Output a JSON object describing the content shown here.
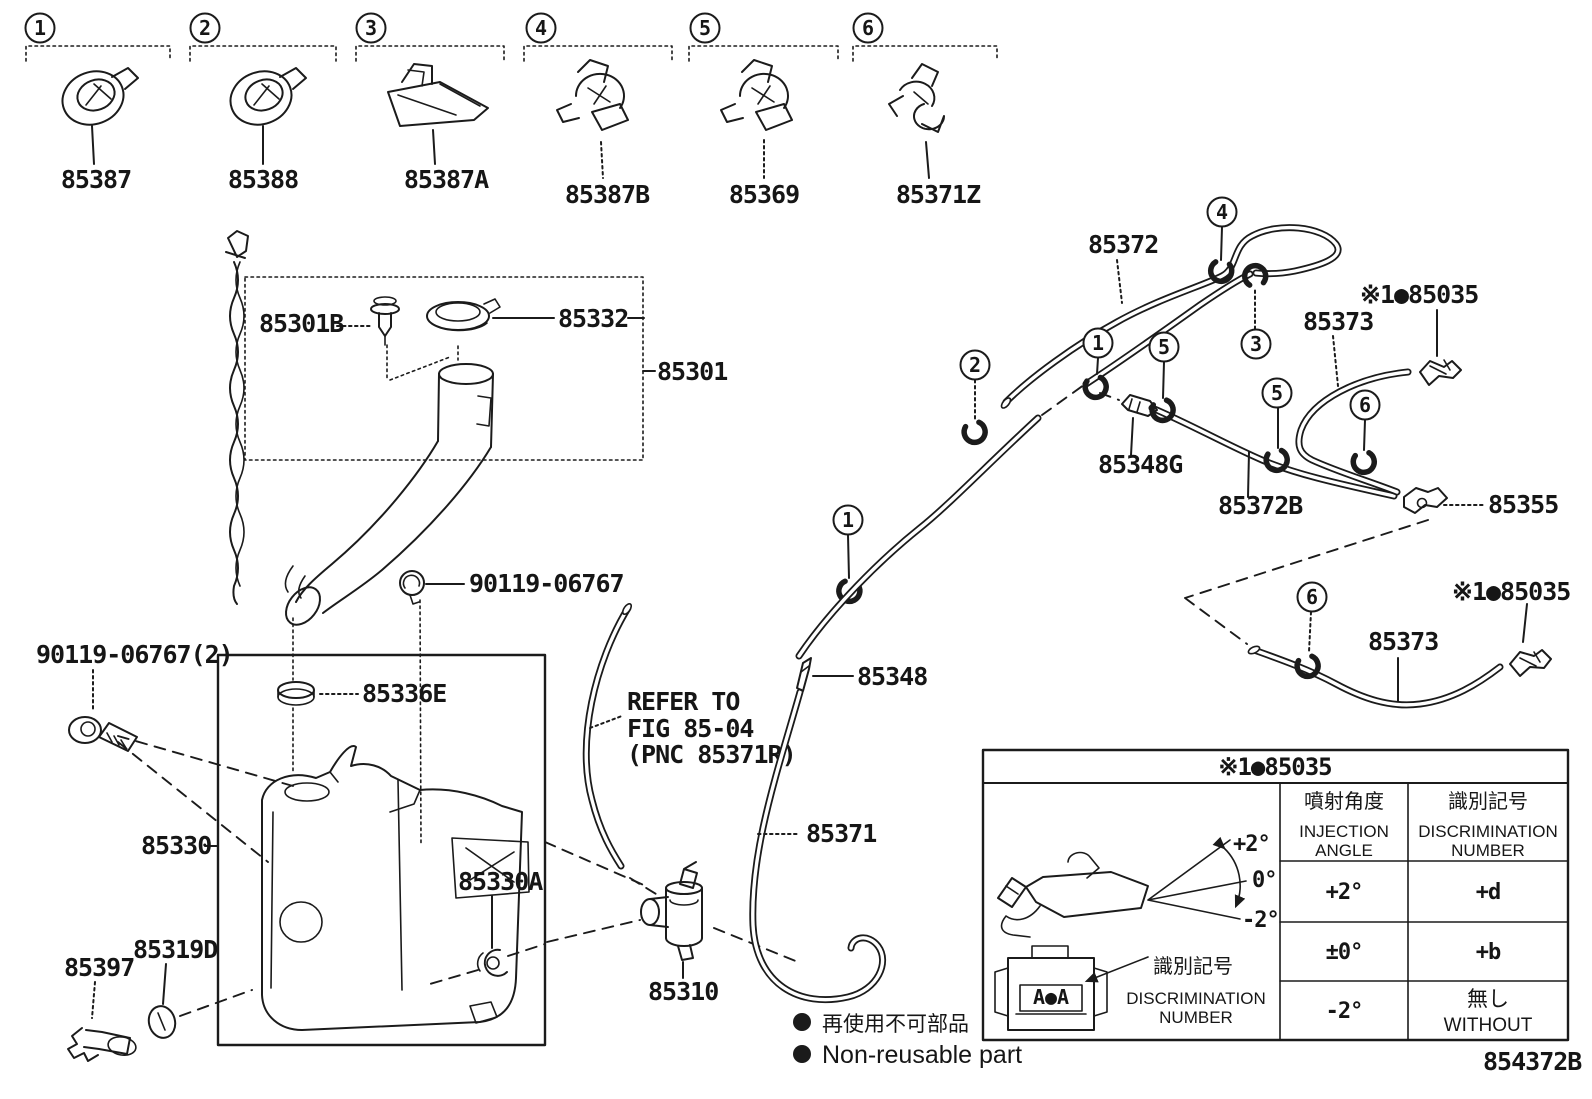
{
  "top_parts": [
    {
      "num": "1",
      "part": "85387"
    },
    {
      "num": "2",
      "part": "85388"
    },
    {
      "num": "3",
      "part": "85387A"
    },
    {
      "num": "4",
      "part": "85387B"
    },
    {
      "num": "5",
      "part": "85369"
    },
    {
      "num": "6",
      "part": "85371Z"
    }
  ],
  "callouts": [
    "1",
    "2",
    "3",
    "4",
    "5",
    "6"
  ],
  "labels": {
    "p85301B": "85301B",
    "p85332": "85332",
    "p85301": "85301",
    "p90119": "90119-06767",
    "p90119_2": "90119-06767(2)",
    "p85336E": "85336E",
    "p85330": "85330",
    "p85330A": "85330A",
    "p85319D": "85319D",
    "p85397": "85397",
    "p85310": "85310",
    "p85371": "85371",
    "p85348": "85348",
    "p85348G": "85348G",
    "p85372": "85372",
    "p85372B": "85372B",
    "p85373": "85373",
    "p85355": "85355",
    "p85035": "※1●85035"
  },
  "refer_note": [
    "REFER TO",
    "FIG 85-04",
    "(PNC 85371R)"
  ],
  "legend": {
    "jp": "再使用不可部品",
    "en": "Non-reusable part"
  },
  "table": {
    "title": "※1●85035",
    "columns": [
      {
        "jp": "噴射角度",
        "en1": "INJECTION",
        "en2": "ANGLE"
      },
      {
        "jp": "識別記号",
        "en1": "DISCRIMINATION",
        "en2": "NUMBER"
      }
    ],
    "rows": [
      {
        "angle": "+2°",
        "code": "+d"
      },
      {
        "angle": "±0°",
        "code": "+b"
      },
      {
        "angle": "-2°",
        "code": "無し",
        "code_en": "WITHOUT"
      }
    ],
    "angle_marks": [
      "+2°",
      "0°",
      "-2°"
    ],
    "nozzle_mark": "A●A",
    "note_jp": "識別記号",
    "note_en1": "DISCRIMINATION",
    "note_en2": "NUMBER"
  },
  "footer": {
    "doc_number": "854372B"
  }
}
